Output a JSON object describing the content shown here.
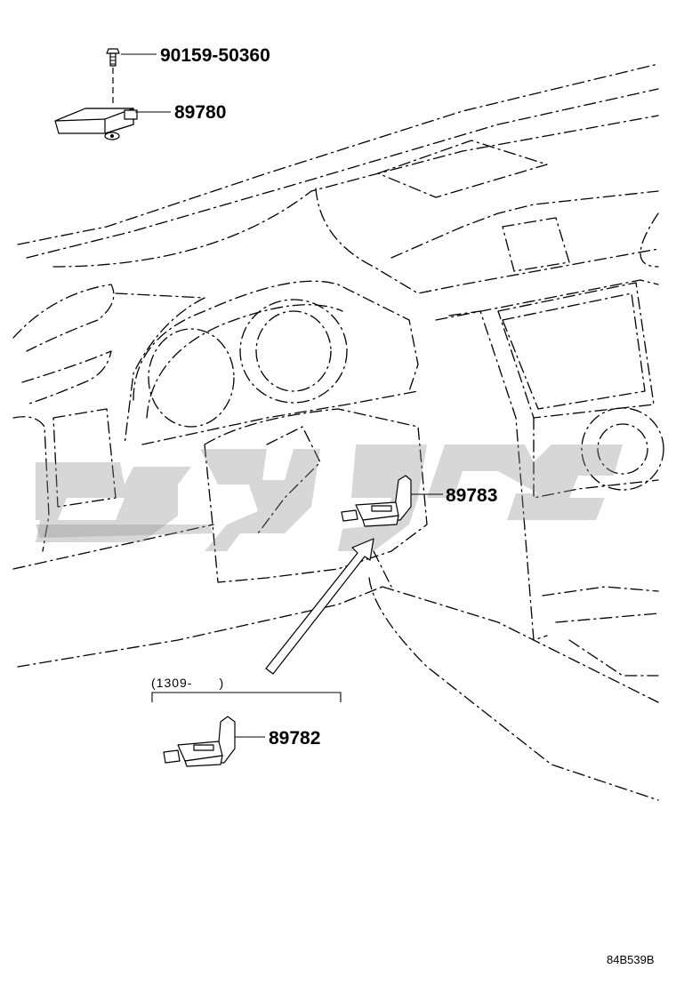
{
  "parts": {
    "screw": "90159-50360",
    "module": "89780",
    "sensor_right": "89783",
    "sensor_lower": "89782"
  },
  "date_range": "(1309-　　)",
  "diagram_code": "84B539B",
  "watermark_color": "#8c8c8c"
}
